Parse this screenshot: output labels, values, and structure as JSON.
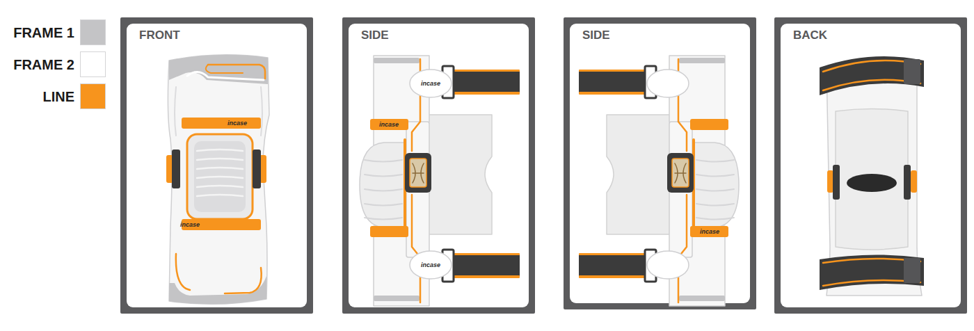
{
  "diagram": {
    "nodes": [
      {
        "text": [
          "FRONT"
        ]
      },
      {
        "text": [
          "SIDE"
        ]
      },
      {
        "text": [
          "SIDE"
        ]
      },
      {
        "text": [
          "BACK"
        ]
      }
    ],
    "labels": [
      "incase",
      "incase",
      "incase",
      "incase",
      "incase",
      "incase"
    ],
    "legend": [
      {
        "text": "FRAME 1",
        "color": "#c4c4c6"
      },
      {
        "text": "FRAME 2",
        "color": "#ffffff"
      },
      {
        "text": "LINE",
        "color": "#f7941d"
      }
    ]
  }
}
